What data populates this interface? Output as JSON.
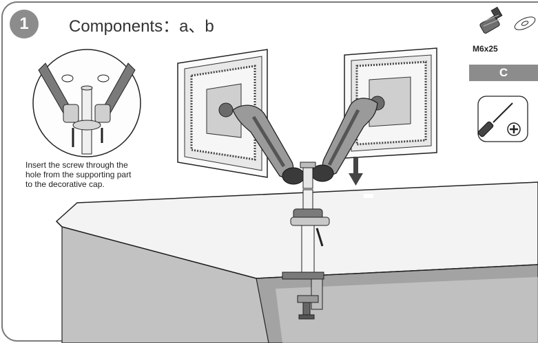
{
  "step": {
    "number": "1",
    "title": "Components：a、b"
  },
  "note": {
    "line1": "Insert the screw through the",
    "line2": "hole from the supporting part",
    "line3": "to the decorative cap."
  },
  "parts": {
    "size_label": "M6x25",
    "part_letter": "C"
  },
  "colors": {
    "frame_border": "#7a7a7a",
    "accent_gray": "#8c8c8c",
    "desk_top": "#f2f2f2",
    "desk_front": "#bdbdbd",
    "desk_side": "#9b9b9b"
  },
  "icons": [
    "screw-icon",
    "washer-icon",
    "screwdriver-icon",
    "phillips-plus-icon",
    "down-arrow-icon"
  ]
}
